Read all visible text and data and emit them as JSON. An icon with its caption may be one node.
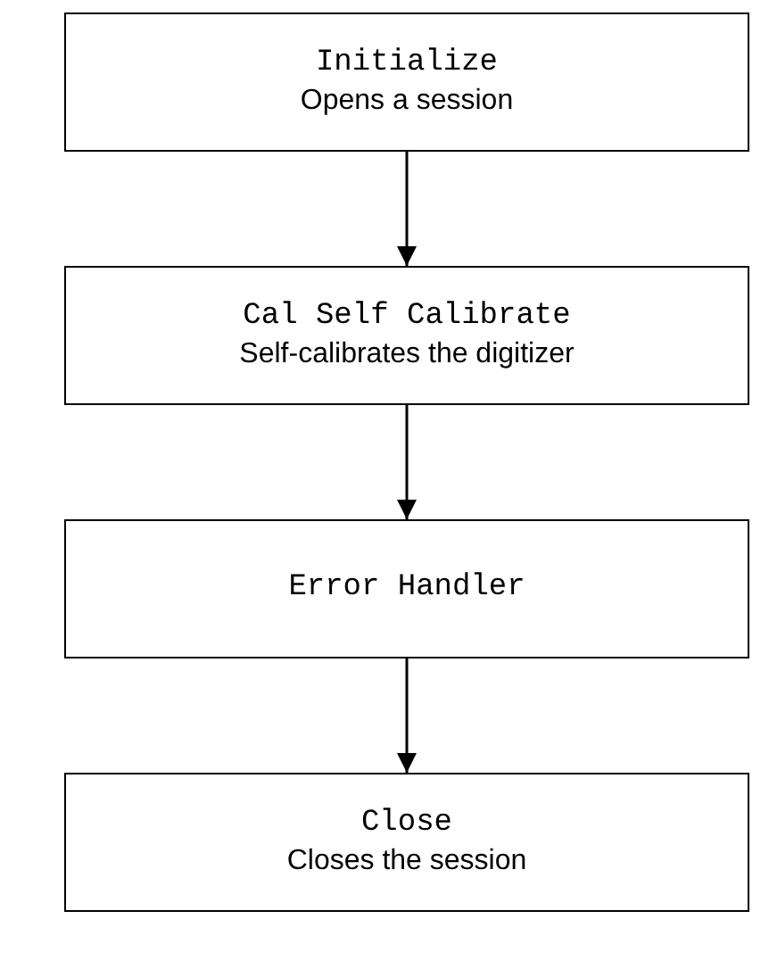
{
  "diagram": {
    "nodes": [
      {
        "text": [
          "Initialize",
          "Opens a session"
        ]
      },
      {
        "text": [
          "Cal Self Calibrate",
          "Self-calibrates the digitizer"
        ]
      },
      {
        "text": [
          "Error Handler"
        ]
      },
      {
        "text": [
          "Close",
          "Closes the session"
        ]
      }
    ],
    "edges": [
      {
        "from": 0,
        "to": 1,
        "arrow": "to"
      },
      {
        "from": 1,
        "to": 2,
        "arrow": "to"
      },
      {
        "from": 2,
        "to": 3,
        "arrow": "to"
      }
    ]
  }
}
